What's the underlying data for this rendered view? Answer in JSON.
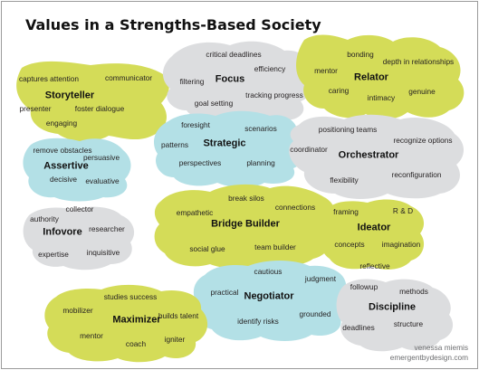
{
  "title": "Values in a Strengths-Based Society",
  "colors": {
    "green": "#d4dc58",
    "blue": "#b3e0e6",
    "gray": "#dcdddf"
  },
  "clusters": [
    {
      "id": "storyteller",
      "heading": "Storyteller",
      "color": "green",
      "words": [
        "captures attention",
        "communicator",
        "presenter",
        "foster dialogue",
        "engaging"
      ]
    },
    {
      "id": "focus",
      "heading": "Focus",
      "color": "gray",
      "words": [
        "critical deadlines",
        "filtering",
        "efficiency",
        "goal setting",
        "tracking progress"
      ]
    },
    {
      "id": "relator",
      "heading": "Relator",
      "color": "green",
      "words": [
        "bonding",
        "depth in relationships",
        "mentor",
        "caring",
        "intimacy",
        "genuine"
      ]
    },
    {
      "id": "strategic",
      "heading": "Strategic",
      "color": "blue",
      "words": [
        "foresight",
        "scenarios",
        "patterns",
        "perspectives",
        "planning"
      ]
    },
    {
      "id": "orchestrator",
      "heading": "Orchestrator",
      "color": "gray",
      "words": [
        "positioning teams",
        "recognize options",
        "coordinator",
        "flexibility",
        "reconfiguration"
      ]
    },
    {
      "id": "assertive",
      "heading": "Assertive",
      "color": "blue",
      "words": [
        "remove obstacles",
        "persuasive",
        "decisive",
        "evaluative"
      ]
    },
    {
      "id": "infovore",
      "heading": "Infovore",
      "color": "gray",
      "words": [
        "collector",
        "authority",
        "researcher",
        "expertise",
        "inquisitive"
      ]
    },
    {
      "id": "bridge-builder",
      "heading": "Bridge Builder",
      "color": "green",
      "words": [
        "break silos",
        "empathetic",
        "connections",
        "social glue",
        "team builder"
      ]
    },
    {
      "id": "ideator",
      "heading": "Ideator",
      "color": "green",
      "words": [
        "framing",
        "R & D",
        "concepts",
        "imagination",
        "reflective"
      ]
    },
    {
      "id": "negotiator",
      "heading": "Negotiator",
      "color": "blue",
      "words": [
        "cautious",
        "judgment",
        "practical",
        "identify risks",
        "grounded"
      ]
    },
    {
      "id": "maximizer",
      "heading": "Maximizer",
      "color": "green",
      "words": [
        "studies success",
        "mobilizer",
        "builds talent",
        "mentor",
        "coach",
        "igniter"
      ]
    },
    {
      "id": "discipline",
      "heading": "Discipline",
      "color": "gray",
      "words": [
        "followup",
        "methods",
        "deadlines",
        "structure"
      ]
    }
  ],
  "credit": {
    "line1": "venessa miemis",
    "line2": "emergentbydesign.com"
  }
}
